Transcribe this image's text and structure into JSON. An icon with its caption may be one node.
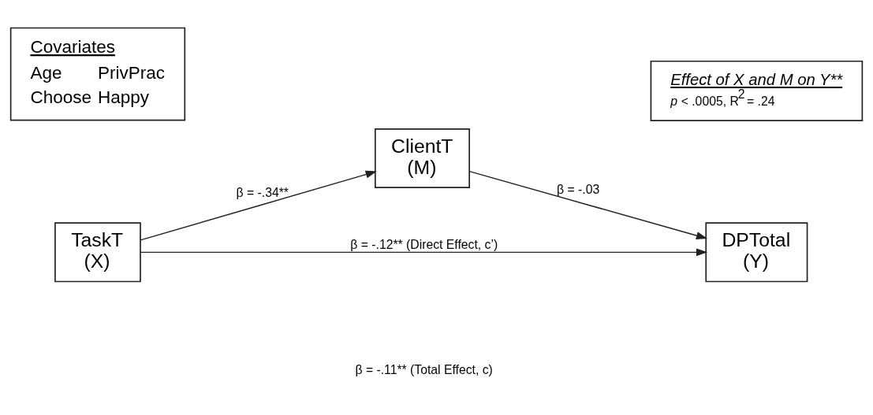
{
  "diagram": {
    "nodes": [
      {
        "text": [
          "Covariates",
          "Age",
          "PrivPrac",
          "Choose",
          "Happy"
        ]
      },
      {
        "text": [
          "Effect of X and M on Y**",
          "*p* < .0005, R$^{2}$ = .24"
        ]
      },
      {
        "text": [
          "ClientT",
          "(M)"
        ]
      },
      {
        "text": [
          "TaskT",
          "(X)"
        ]
      },
      {
        "text": [
          "DPTotal",
          "(Y)"
        ]
      }
    ],
    "edges": [
      {
        "from": 3,
        "to": 2,
        "arrow": "to",
        "label": "β = -.34**"
      },
      {
        "from": 2,
        "to": 4,
        "arrow": "to",
        "label": "β = -.03"
      },
      {
        "from": 3,
        "to": 4,
        "arrow": "to",
        "label": "β = -.12** (Direct Effect, c’)"
      }
    ],
    "labels": [
      "β = -.11** (Total Effect, c)"
    ]
  }
}
